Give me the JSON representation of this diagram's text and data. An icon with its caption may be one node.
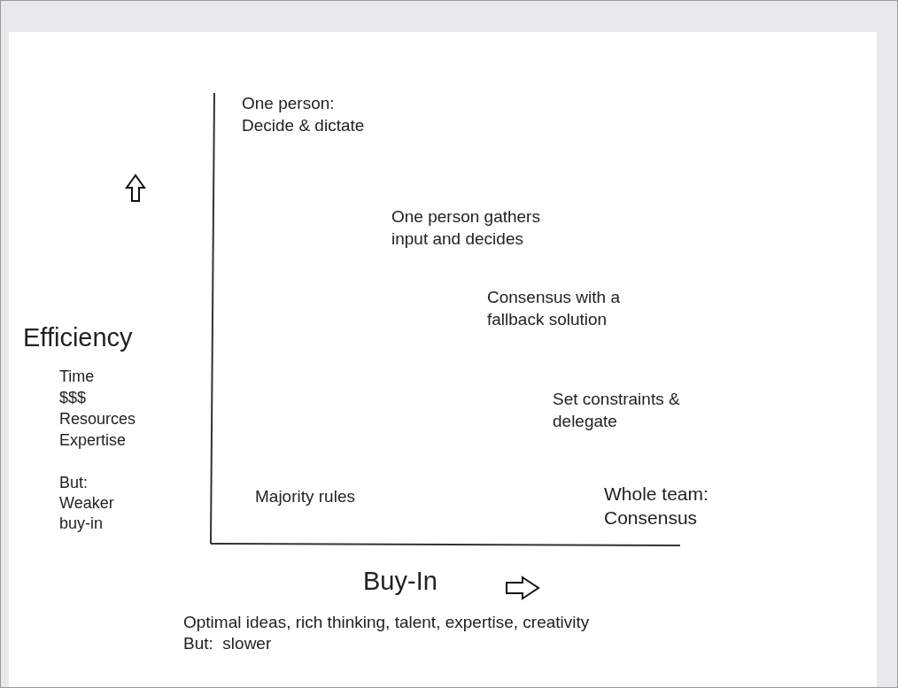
{
  "diagram": {
    "labels": [
      "One person: Decide & dictate",
      "One person gathers input and decides",
      "Consensus with a fallback solution",
      "Efficiency",
      "Time",
      "$$$",
      "Resources",
      "Expertise",
      "Set constraints & delegate",
      "But: Weaker buy-in",
      "Majority rules",
      "Whole team: Consensus",
      "Buy-In",
      "Optimal ideas, rich thinking, talent, expertise, creativity",
      "But:  slower"
    ]
  }
}
